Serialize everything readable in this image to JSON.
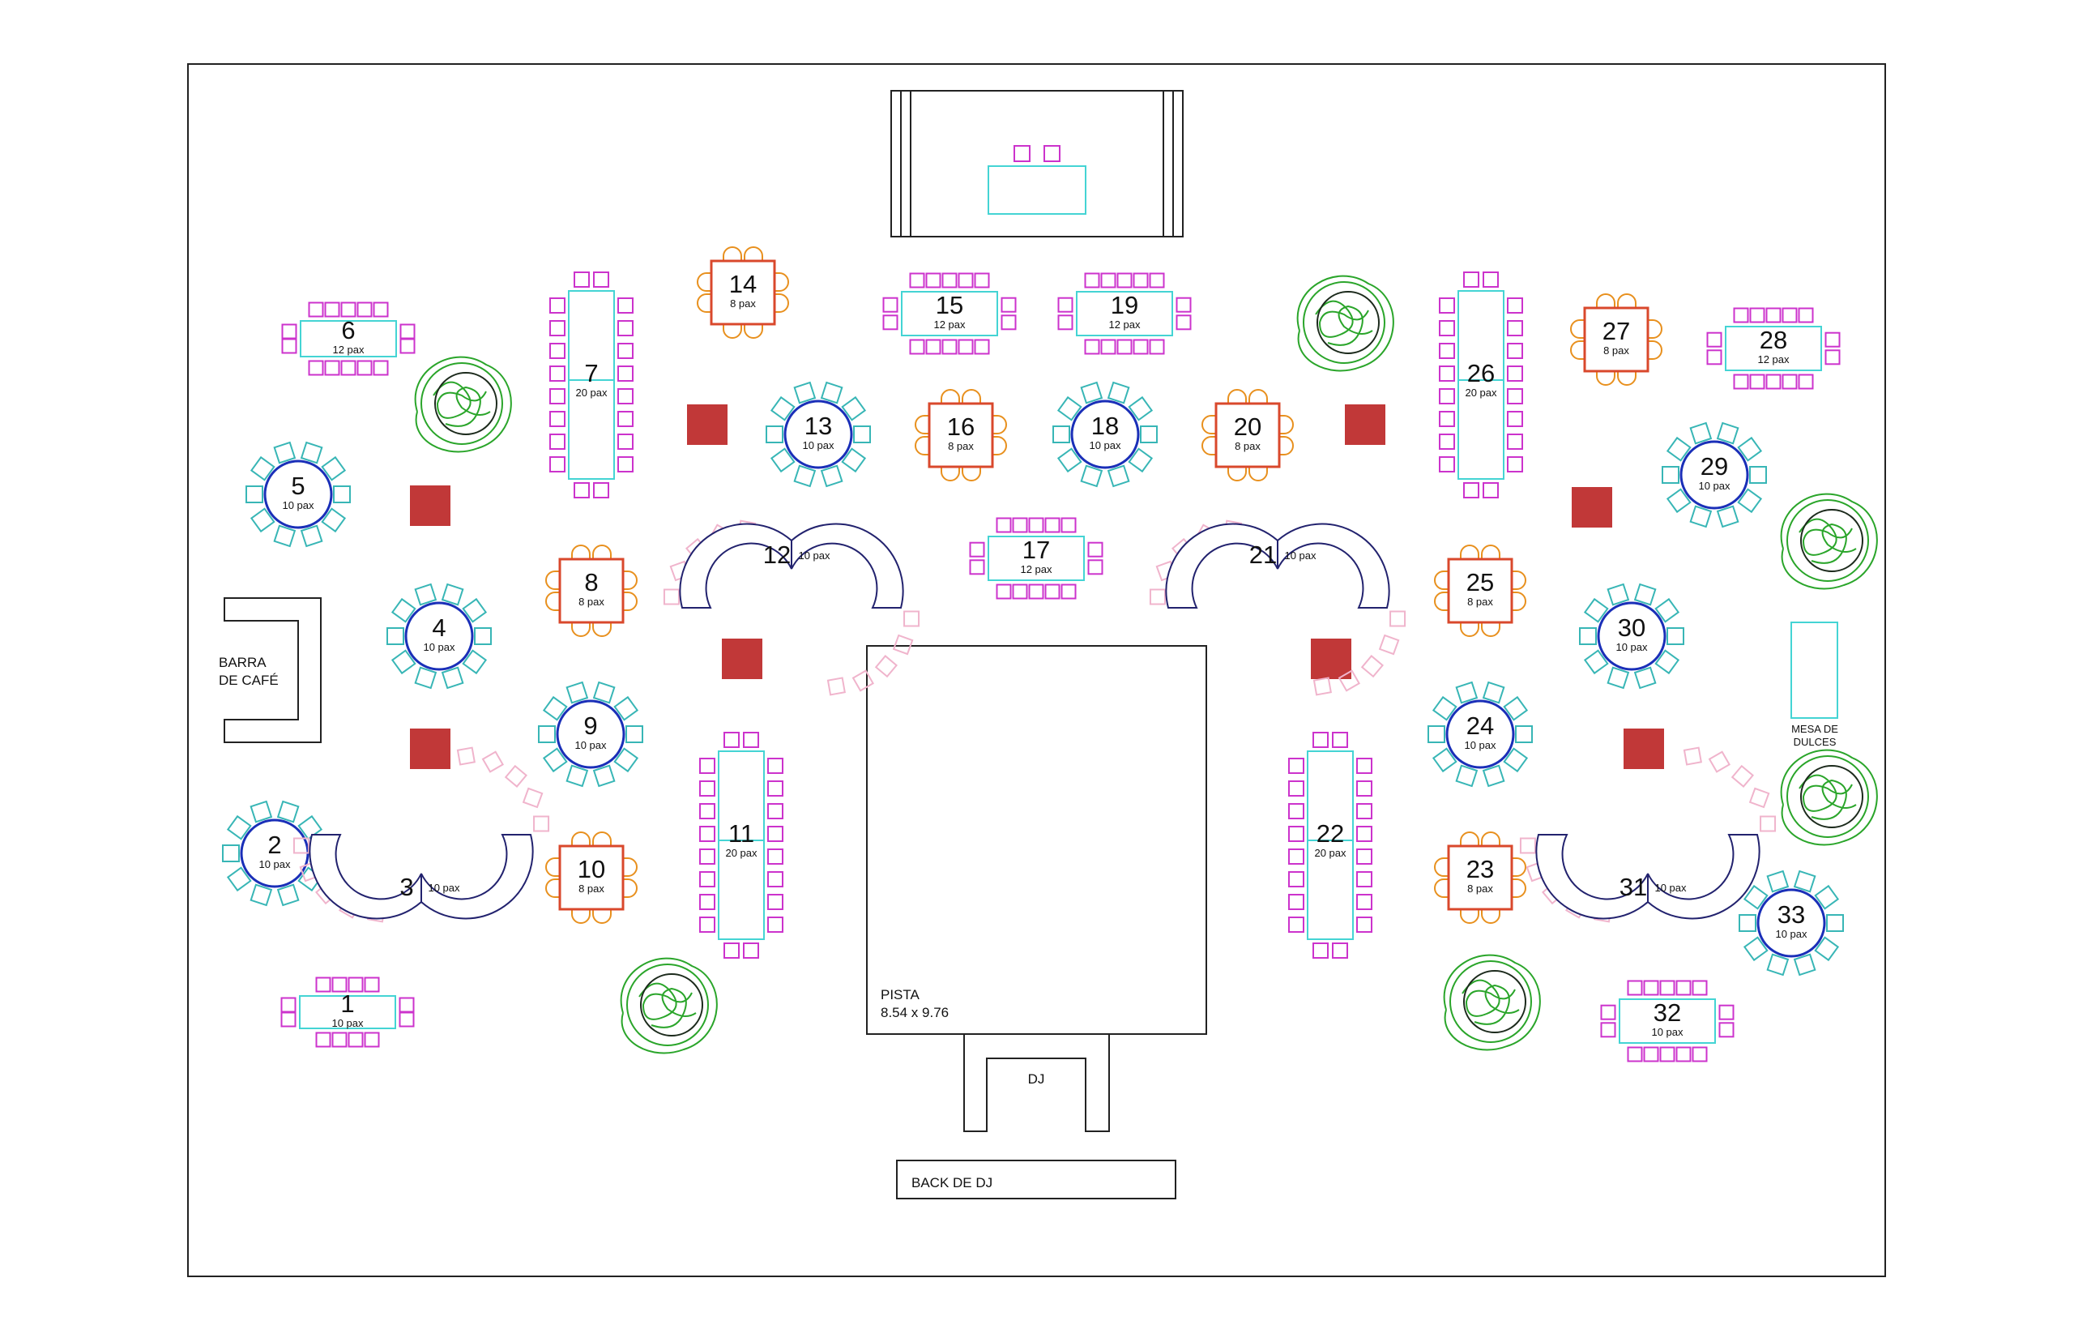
{
  "pax_unit": "pax",
  "colors": {
    "outline": "#222222",
    "rect_chair": "#cc33cc",
    "rect_table": "#44d4d4",
    "round_chair": "#38b6b6",
    "round_table": "#1a2fb8",
    "square_table": "#d9482c",
    "square_chair": "#e8901e",
    "serp_table": "#22226e",
    "serp_chair": "#f0b4cc",
    "column": "#c13838",
    "plant": "#2aa52a"
  },
  "labels": {
    "barra": [
      "BARRA",
      "DE CAFÉ"
    ],
    "mesa_dulces": [
      "MESA DE",
      "DULCES"
    ],
    "pista": [
      "PISTA",
      "8.54 x 9.76"
    ],
    "dj": "DJ",
    "back_dj": "BACK DE DJ"
  },
  "tables": [
    {
      "id": "1",
      "pax": 10,
      "shape": "rect"
    },
    {
      "id": "2",
      "pax": 10,
      "shape": "round"
    },
    {
      "id": "3",
      "pax": 10,
      "shape": "serpentine"
    },
    {
      "id": "4",
      "pax": 10,
      "shape": "round"
    },
    {
      "id": "5",
      "pax": 10,
      "shape": "round"
    },
    {
      "id": "6",
      "pax": 12,
      "shape": "rect"
    },
    {
      "id": "7",
      "pax": 20,
      "shape": "long"
    },
    {
      "id": "8",
      "pax": 8,
      "shape": "square"
    },
    {
      "id": "9",
      "pax": 10,
      "shape": "round"
    },
    {
      "id": "10",
      "pax": 8,
      "shape": "square"
    },
    {
      "id": "11",
      "pax": 20,
      "shape": "long"
    },
    {
      "id": "12",
      "pax": 10,
      "shape": "serpentine"
    },
    {
      "id": "13",
      "pax": 10,
      "shape": "round"
    },
    {
      "id": "14",
      "pax": 8,
      "shape": "square"
    },
    {
      "id": "15",
      "pax": 12,
      "shape": "rect"
    },
    {
      "id": "16",
      "pax": 8,
      "shape": "square"
    },
    {
      "id": "17",
      "pax": 12,
      "shape": "rect"
    },
    {
      "id": "18",
      "pax": 10,
      "shape": "round"
    },
    {
      "id": "19",
      "pax": 12,
      "shape": "rect"
    },
    {
      "id": "20",
      "pax": 8,
      "shape": "square"
    },
    {
      "id": "21",
      "pax": 10,
      "shape": "serpentine"
    },
    {
      "id": "22",
      "pax": 20,
      "shape": "long"
    },
    {
      "id": "23",
      "pax": 8,
      "shape": "square"
    },
    {
      "id": "24",
      "pax": 10,
      "shape": "round"
    },
    {
      "id": "25",
      "pax": 8,
      "shape": "square"
    },
    {
      "id": "26",
      "pax": 20,
      "shape": "long"
    },
    {
      "id": "27",
      "pax": 8,
      "shape": "square"
    },
    {
      "id": "28",
      "pax": 12,
      "shape": "rect"
    },
    {
      "id": "29",
      "pax": 10,
      "shape": "round"
    },
    {
      "id": "30",
      "pax": 10,
      "shape": "round"
    },
    {
      "id": "31",
      "pax": 10,
      "shape": "serpentine"
    },
    {
      "id": "32",
      "pax": 10,
      "shape": "rect"
    },
    {
      "id": "33",
      "pax": 10,
      "shape": "round"
    }
  ]
}
